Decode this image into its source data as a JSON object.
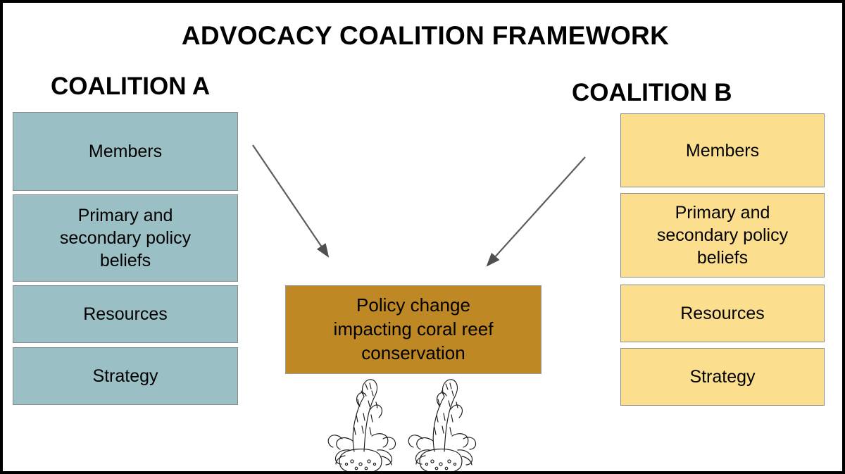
{
  "diagram": {
    "title": "ADVOCACY COALITION FRAMEWORK",
    "type": "framework-diagram"
  },
  "colors": {
    "coalition_a_fill": "#9ABFC4",
    "coalition_b_fill": "#FBDF8E",
    "policy_box_fill": "#BE8824",
    "box_border": "#8a8a8a",
    "arrow_stroke": "#595959",
    "frame_border": "#000000",
    "text": "#000000",
    "background": "#FFFFFF"
  },
  "coalition_a": {
    "heading": "COALITION A",
    "boxes": [
      {
        "label": "Members"
      },
      {
        "label": "Primary and\nsecondary policy\nbeliefs"
      },
      {
        "label": "Resources"
      },
      {
        "label": "Strategy"
      }
    ]
  },
  "coalition_b": {
    "heading": "COALITION B",
    "boxes": [
      {
        "label": "Members"
      },
      {
        "label": "Primary and\nsecondary policy\nbeliefs"
      },
      {
        "label": "Resources"
      },
      {
        "label": "Strategy"
      }
    ]
  },
  "center": {
    "policy_box_label": "Policy change\nimpacting coral reef\nconservation",
    "illustration_name": "coral-branches-illustration",
    "illustration_count": 2
  },
  "connections": [
    {
      "name": "arrow-coalition-a-to-policy",
      "from": "COALITION A",
      "to": "Policy change impacting coral reef conservation",
      "direction": "down-right"
    },
    {
      "name": "arrow-coalition-b-to-policy",
      "from": "COALITION B",
      "to": "Policy change impacting coral reef conservation",
      "direction": "down-left"
    }
  ]
}
